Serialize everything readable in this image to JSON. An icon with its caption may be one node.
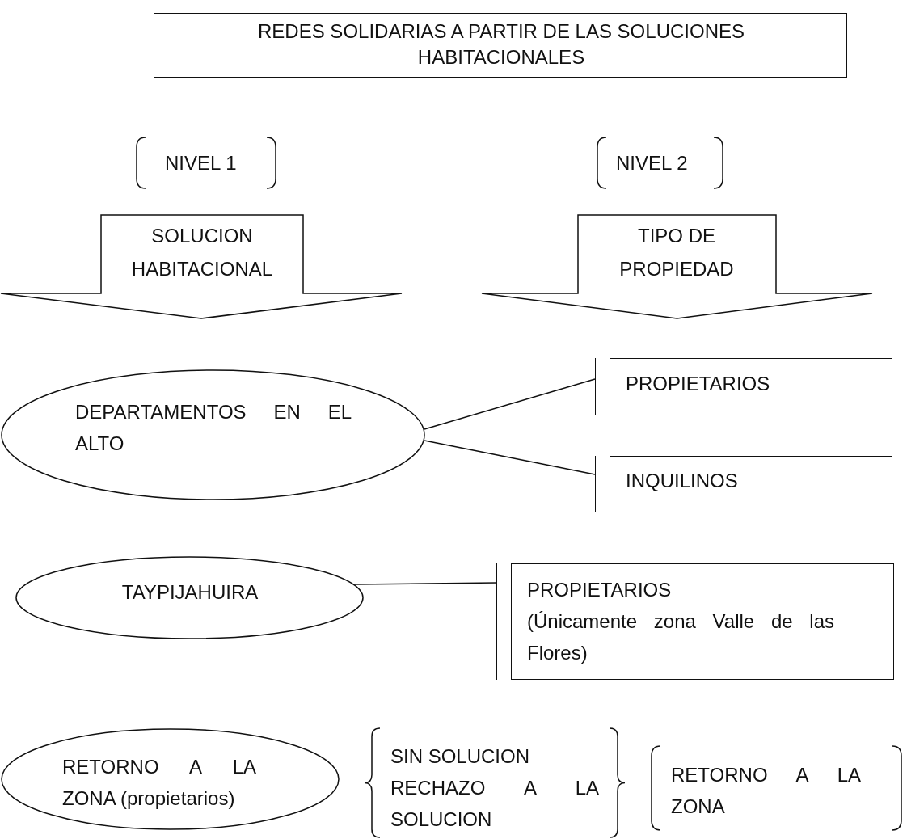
{
  "diagram": {
    "nodes": [
      {
        "text": [
          "REDES SOLIDARIAS A PARTIR DE LAS SOLUCIONES HABITACIONALES"
        ]
      },
      {
        "text": [
          "NIVEL 1"
        ]
      },
      {
        "text": [
          "NIVEL 2"
        ]
      },
      {
        "text": [
          "SOLUCION HABITACIONAL"
        ]
      },
      {
        "text": [
          "TIPO DE PROPIEDAD"
        ]
      },
      {
        "text": [
          "DEPARTAMENTOS EN EL ALTO"
        ]
      },
      {
        "text": [
          "PROPIETARIOS"
        ]
      },
      {
        "text": [
          "INQUILINOS"
        ]
      },
      {
        "text": [
          "TAYPIJAHUIRA"
        ]
      },
      {
        "text": [
          "PROPIETARIOS",
          "(Únicamente zona Valle de las Flores)"
        ]
      },
      {
        "text": [
          "RETORNO A LA ZONA (propietarios)"
        ]
      },
      {
        "text": [
          "SIN SOLUCION",
          "RECHAZO A LA SOLUCION"
        ]
      },
      {
        "text": [
          "RETORNO A LA ZONA"
        ]
      }
    ],
    "edges": [
      {
        "from": 5,
        "to": 6,
        "arrow": "none"
      },
      {
        "from": 5,
        "to": 7,
        "arrow": "none"
      },
      {
        "from": 8,
        "to": 9,
        "arrow": "none"
      }
    ]
  }
}
